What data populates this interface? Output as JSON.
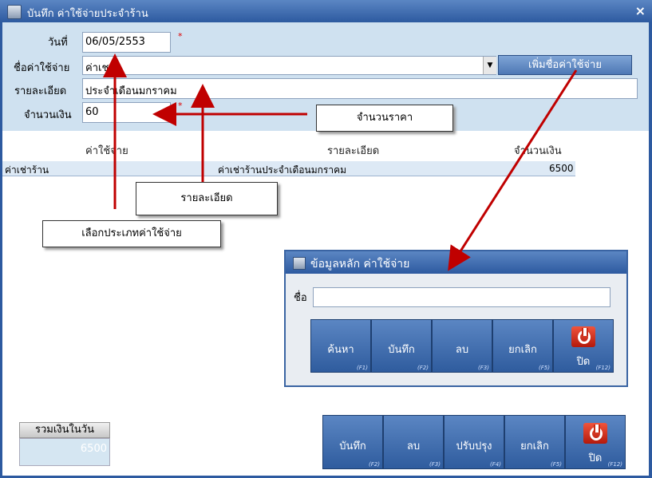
{
  "window": {
    "title": "บันทึก ค่าใช้จ่ายประจำร้าน",
    "close_label": "×"
  },
  "form": {
    "date_label": "วันที่",
    "date_value": "06/05/2553",
    "expense_name_label": "ชื่อค่าใช้จ่าย",
    "expense_name_value": "ค่าเช",
    "add_expense_button": "เพิ่มชื่อค่าใช้จ่าย",
    "detail_label": "รายละเอียด",
    "detail_value": "ประจำเดือนมกราคม",
    "amount_label": "จำนวนเงิน",
    "amount_value": "60",
    "required_mark": "*"
  },
  "table": {
    "headers": [
      "ค่าใช้จ่าย",
      "รายละเอียด",
      "จำนวนเงิน"
    ],
    "rows": [
      {
        "expense": "ค่าเช่าร้าน",
        "detail": "ค่าเช่าร้านประจำเดือนมกราคม",
        "amount": "6500"
      }
    ]
  },
  "callouts": {
    "price": "จำนวนราคา",
    "detail": "รายละเอียด",
    "type": "เลือกประเภทค่าใช้จ่าย"
  },
  "sub_dialog": {
    "title": "ข้อมูลหลัก ค่าใช้จ่าย",
    "name_label": "ชื่อ",
    "name_value": "",
    "buttons": [
      {
        "label": "ค้นหา",
        "key": "(F1)"
      },
      {
        "label": "บันทึก",
        "key": "(F2)"
      },
      {
        "label": "ลบ",
        "key": "(F3)"
      },
      {
        "label": "ยกเลิก",
        "key": "(F5)"
      },
      {
        "label": "ปิด",
        "key": "(F12)"
      }
    ]
  },
  "main_buttons": [
    {
      "label": "บันทึก",
      "key": "(F2)"
    },
    {
      "label": "ลบ",
      "key": "(F3)"
    },
    {
      "label": "ปรับปรุง",
      "key": "(F4)"
    },
    {
      "label": "ยกเลิก",
      "key": "(F5)"
    },
    {
      "label": "ปิด",
      "key": "(F12)"
    }
  ],
  "total": {
    "label": "รวมเงินในวัน",
    "value": "6500"
  },
  "colors": {
    "accent": "#2d5aa0",
    "panel": "#cfe1f0",
    "arrow": "#c00000",
    "close_icon": "#d0321c"
  }
}
